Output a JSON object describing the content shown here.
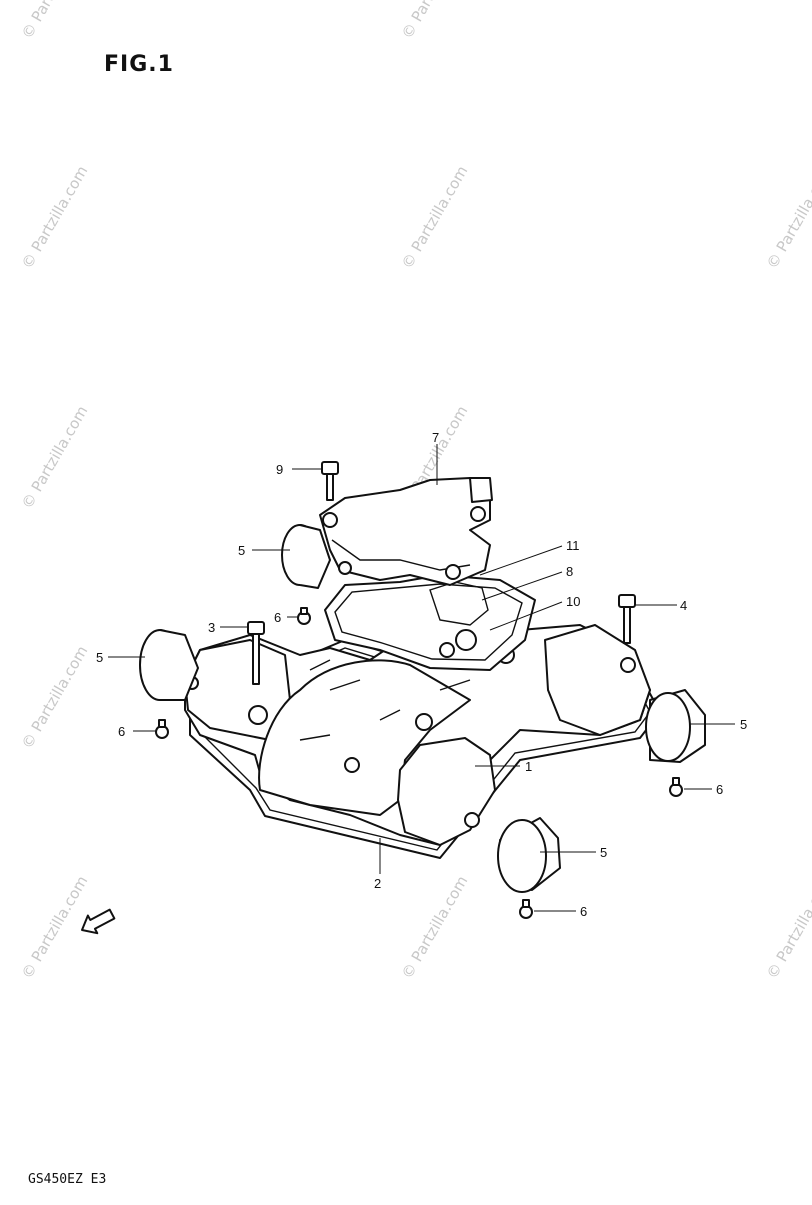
{
  "figure": {
    "title": "FIG.1",
    "model_code": "GS450EZ E3",
    "watermark_text": "© Partzilla.com"
  },
  "callouts": [
    {
      "id": "c1",
      "number": "1",
      "part": "cylinder-head-cover"
    },
    {
      "id": "c2",
      "number": "2",
      "part": "cover-gasket"
    },
    {
      "id": "c3",
      "number": "3",
      "part": "bolt-left"
    },
    {
      "id": "c4",
      "number": "4",
      "part": "bolt-right"
    },
    {
      "id": "c5a",
      "number": "5",
      "part": "cap-left-upper"
    },
    {
      "id": "c5b",
      "number": "5",
      "part": "cap-left-lower"
    },
    {
      "id": "c5c",
      "number": "5",
      "part": "cap-right-upper"
    },
    {
      "id": "c5d",
      "number": "5",
      "part": "cap-right-lower"
    },
    {
      "id": "c6a",
      "number": "6",
      "part": "screw-upper-left"
    },
    {
      "id": "c6b",
      "number": "6",
      "part": "screw-left"
    },
    {
      "id": "c6c",
      "number": "6",
      "part": "screw-right"
    },
    {
      "id": "c6d",
      "number": "6",
      "part": "screw-bottom"
    },
    {
      "id": "c7",
      "number": "7",
      "part": "breather-cover"
    },
    {
      "id": "c8",
      "number": "8",
      "part": "breather-gasket"
    },
    {
      "id": "c9",
      "number": "9",
      "part": "breather-bolt"
    },
    {
      "id": "c10",
      "number": "10",
      "part": "breather-plate"
    },
    {
      "id": "c11",
      "number": "11",
      "part": "breather-seal"
    }
  ],
  "icons": {
    "direction_arrow": "front-arrow-icon"
  },
  "colors": {
    "line": "#111111",
    "watermark": "#c8c8c8",
    "background": "#ffffff"
  }
}
